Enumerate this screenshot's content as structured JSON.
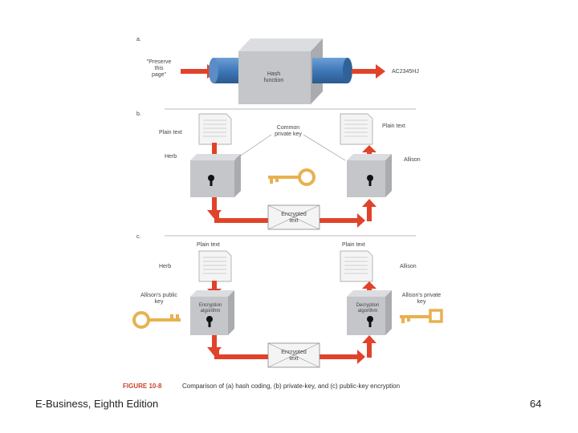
{
  "sections": {
    "a": {
      "label": "a.",
      "input": "\"Preserve\nthis\npage\"",
      "box": "Hash\nfunction",
      "output": "AC2345HJ"
    },
    "b": {
      "label": "b.",
      "plain_left": "Plain text",
      "plain_right": "Plain text",
      "key_label": "Common\nprivate key",
      "sender": "Herb",
      "receiver": "Allison",
      "envelope": "Encrypted\ntext"
    },
    "c": {
      "label": "c.",
      "plain_left": "Plain text",
      "plain_right": "Plain text",
      "sender": "Herb",
      "receiver": "Allison",
      "public_key": "Allison's public\nkey",
      "private_key": "Allison's private\nkey",
      "enc_box": "Encryption\nalgorithm",
      "dec_box": "Decryption\nalgorithm",
      "envelope": "Encrypted\ntext"
    }
  },
  "caption": {
    "label": "FIGURE 10-8",
    "text": "Comparison of (a) hash coding, (b) private-key, and (c) public-key encryption"
  },
  "footer": {
    "left": "E-Business, Eighth Edition",
    "right": "64"
  },
  "colors": {
    "arrow": "#e0432a",
    "cylinder": "#3f79b8",
    "box": "#c4c6c9",
    "key": "#e8b150"
  }
}
